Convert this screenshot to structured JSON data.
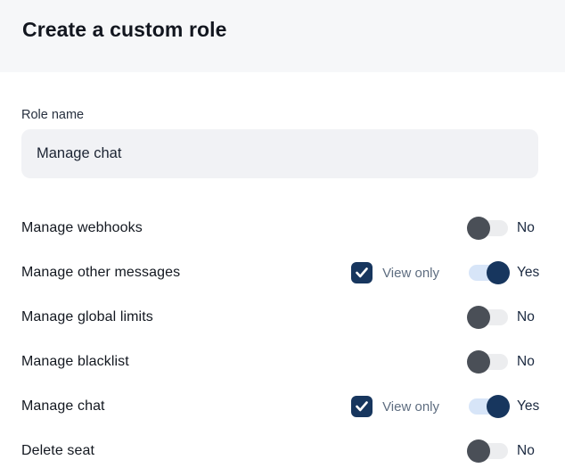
{
  "header": {
    "title": "Create a custom role"
  },
  "form": {
    "role_name_label": "Role name",
    "role_name_value": "Manage chat"
  },
  "colors": {
    "header_bg": "#f6f7f9",
    "input_bg": "#f1f2f5",
    "accent_navy": "#17365e",
    "toggle_on_track": "#d7e5f8",
    "toggle_off_knob": "#4a4f57",
    "toggle_off_track": "#ecedef",
    "view_only_text": "#5e6d80"
  },
  "icons": {
    "checkbox_check": "check-icon"
  },
  "permissions": [
    {
      "label": "Manage webhooks",
      "view_only": false,
      "enabled": false,
      "state_label": "No"
    },
    {
      "label": "Manage other messages",
      "view_only": true,
      "view_only_label": "View only",
      "enabled": true,
      "state_label": "Yes"
    },
    {
      "label": "Manage global limits",
      "view_only": false,
      "enabled": false,
      "state_label": "No"
    },
    {
      "label": "Manage blacklist",
      "view_only": false,
      "enabled": false,
      "state_label": "No"
    },
    {
      "label": "Manage chat",
      "view_only": true,
      "view_only_label": "View only",
      "enabled": true,
      "state_label": "Yes"
    },
    {
      "label": "Delete seat",
      "view_only": false,
      "enabled": false,
      "state_label": "No"
    }
  ]
}
